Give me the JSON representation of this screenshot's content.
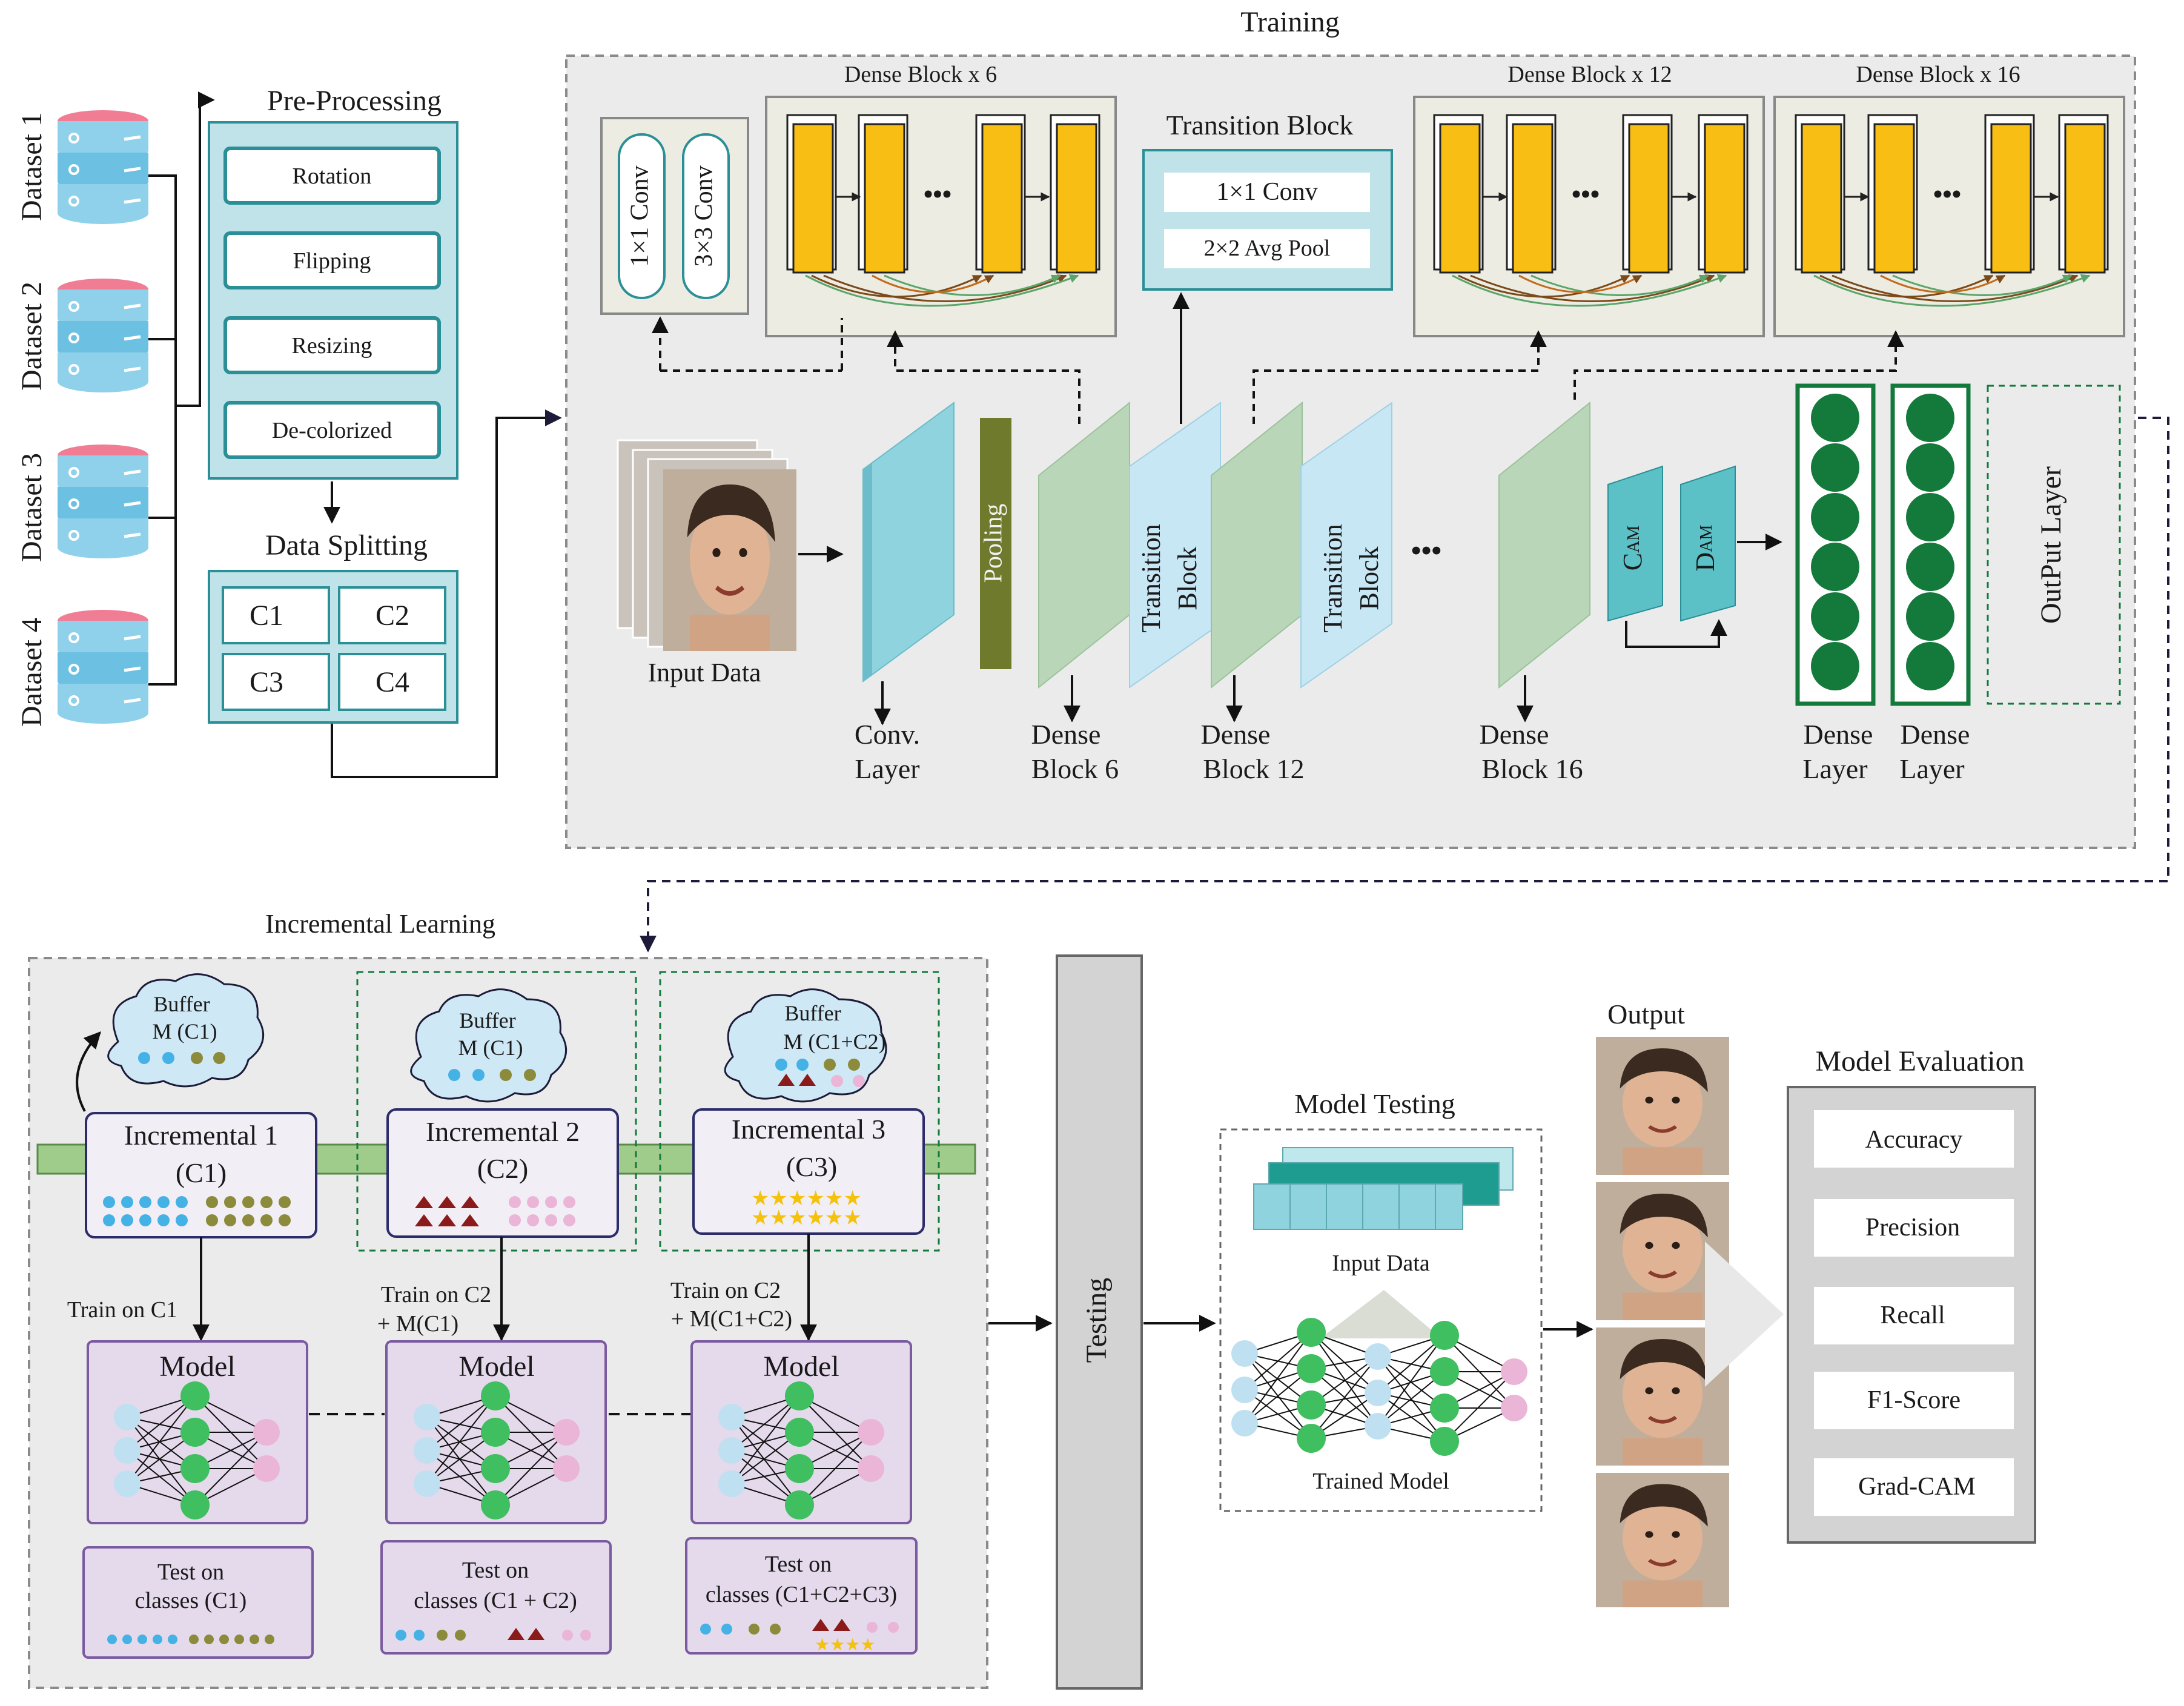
{
  "training": {
    "title": "Training",
    "dense_block_6_label": "Dense Block x 6",
    "dense_block_12_label": "Dense Block x 12",
    "dense_block_16_label": "Dense Block x 16",
    "conv_1x1": "1×1 Conv",
    "conv_3x3": "3×3 Conv",
    "transition_block": {
      "title": "Transition Block",
      "conv": "1×1 Conv",
      "pool": "2×2 Avg Pool"
    },
    "input_data_label": "Input Data",
    "pooling_label": "Pooling",
    "transition_block_line1": "Transition",
    "transition_block_line2": "Block",
    "cam_label": "C",
    "cam_sub": "AM",
    "dam_label": "D",
    "dam_sub": "AM",
    "output_layer_label": "OutPut Layer",
    "ellipsis": "•••",
    "layer_labels": [
      {
        "line1": "Conv.",
        "line2": "Layer"
      },
      {
        "line1": "Dense",
        "line2": "Block 6"
      },
      {
        "line1": "Dense",
        "line2": "Block 12"
      },
      {
        "line1": "Dense",
        "line2": "Block 16"
      },
      {
        "line1": "Dense",
        "line2": "Layer"
      },
      {
        "line1": "Dense",
        "line2": "Layer"
      }
    ]
  },
  "datasets": [
    "Dataset 1",
    "Dataset 2",
    "Dataset 3",
    "Dataset 4"
  ],
  "preprocessing": {
    "title": "Pre-Processing",
    "steps": [
      "Rotation",
      "Flipping",
      "Resizing",
      "De-colorized"
    ]
  },
  "data_splitting": {
    "title": "Data Splitting",
    "cells": [
      "C1",
      "C2",
      "C3",
      "C4"
    ]
  },
  "incremental_learning": {
    "title": "Incremental Learning",
    "stages": [
      {
        "buffer_line1": "Buffer",
        "buffer_line2": "M (C1)",
        "title_line1": "Incremental 1",
        "title_line2": "(C1)",
        "train_line1": "Train on C1",
        "train_line2": "",
        "model_label": "Model",
        "test_line1": "Test on",
        "test_line2": "classes (C1)"
      },
      {
        "buffer_line1": "Buffer",
        "buffer_line2": "M (C1)",
        "title_line1": "Incremental 2",
        "title_line2": "(C2)",
        "train_line1": "Train on C2",
        "train_line2": "+ M(C1)",
        "model_label": "Model",
        "test_line1": "Test on",
        "test_line2": "classes (C1 + C2)"
      },
      {
        "buffer_line1": "Buffer",
        "buffer_line2": "M (C1+C2)",
        "title_line1": "Incremental 3",
        "title_line2": "(C3)",
        "train_line1": "Train on C2",
        "train_line2": "+ M(C1+C2)",
        "model_label": "Model",
        "test_line1": "Test on",
        "test_line2": "classes (C1+C2+C3)"
      }
    ]
  },
  "testing": {
    "label": "Testing"
  },
  "model_testing": {
    "title": "Model Testing",
    "input_label": "Input Data",
    "model_label": "Trained Model"
  },
  "output": {
    "title": "Output"
  },
  "model_evaluation": {
    "title": "Model Evaluation",
    "metrics": [
      "Accuracy",
      "Precision",
      "Recall",
      "F1-Score",
      "Grad-CAM"
    ]
  },
  "colors": {
    "dense_block_yellow": "#f9be14",
    "panel_bg": "#ecece2",
    "teal_box": "#bfe3e8",
    "teal_border": "#2a8f96",
    "conv_layer": "#8fd3de",
    "pooling": "#6f7a2c",
    "dense_layer_green": "#b9d7b8",
    "transition_blue": "#c8e7f5",
    "dense_node": "#137a3c",
    "model_purple": "#e5d9ec",
    "incremental_bar": "#9fcc8a",
    "node_blue": "#45b2e5",
    "node_olive": "#8b8b3b",
    "node_pink": "#ebb5d7",
    "triangle_red": "#8b1a1a",
    "star_yellow": "#f4c20d"
  }
}
